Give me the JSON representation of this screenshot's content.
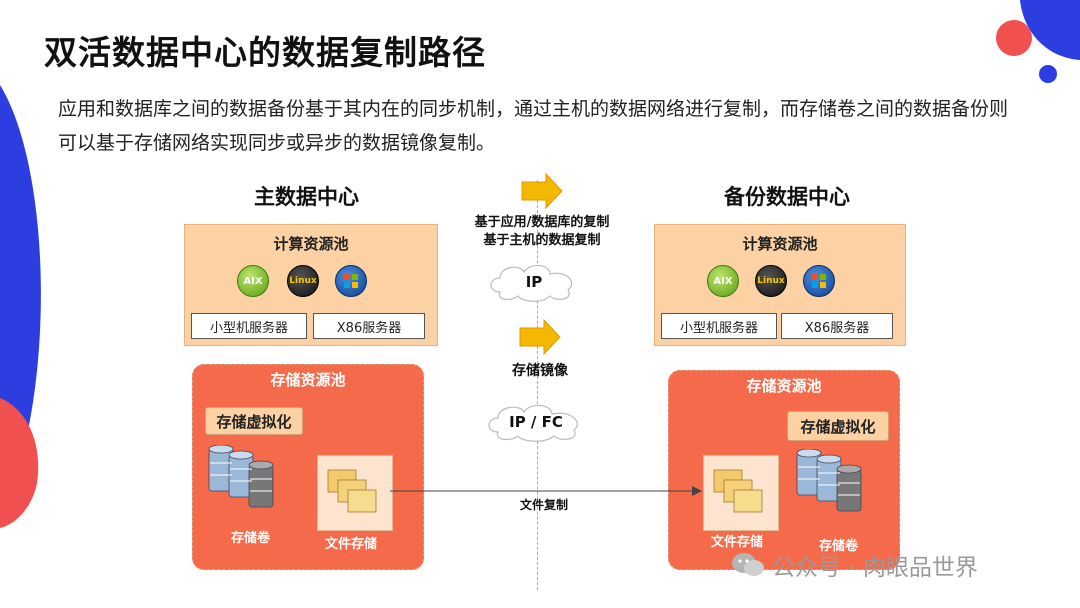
{
  "title": "双活数据中心的数据复制路径",
  "description": "应用和数据库之间的数据备份基于其内在的同步机制，通过主机的数据网络进行复制，而存储卷之间的数据备份则可以基于存储网络实现同步或异步的数据镜像复制。",
  "primary": {
    "title": "主数据中心",
    "compute_pool": "计算资源池",
    "os_icons": [
      "AIX",
      "Linux",
      "Windows"
    ],
    "servers": [
      "小型机服务器",
      "X86服务器"
    ],
    "storage_pool": "存储资源池",
    "virtualization": "存储虚拟化",
    "volume_label": "存储卷",
    "file_label": "文件存储"
  },
  "backup": {
    "title": "备份数据中心",
    "compute_pool": "计算资源池",
    "os_icons": [
      "AIX",
      "Linux",
      "Windows"
    ],
    "servers": [
      "小型机服务器",
      "X86服务器"
    ],
    "storage_pool": "存储资源池",
    "virtualization": "存储虚拟化",
    "volume_label": "存储卷",
    "file_label": "文件存储"
  },
  "middle": {
    "app_replication_line1": "基于应用/数据库的复制",
    "app_replication_line2": "基于主机的数据复制",
    "ip_cloud": "IP",
    "storage_mirror": "存储镜像",
    "ipfc_cloud": "IP / FC",
    "file_copy": "文件复制"
  },
  "os_text": {
    "aix": "AIX",
    "linux": "Linux"
  },
  "watermark": "公众号 · 肉眼品世界",
  "colors": {
    "accent_blue": "#2d3ee0",
    "accent_red": "#f0504f",
    "pool_fill": "#fcd1a4",
    "storage_fill": "#f46a4a",
    "arrow_yellow": "#f5b800"
  }
}
